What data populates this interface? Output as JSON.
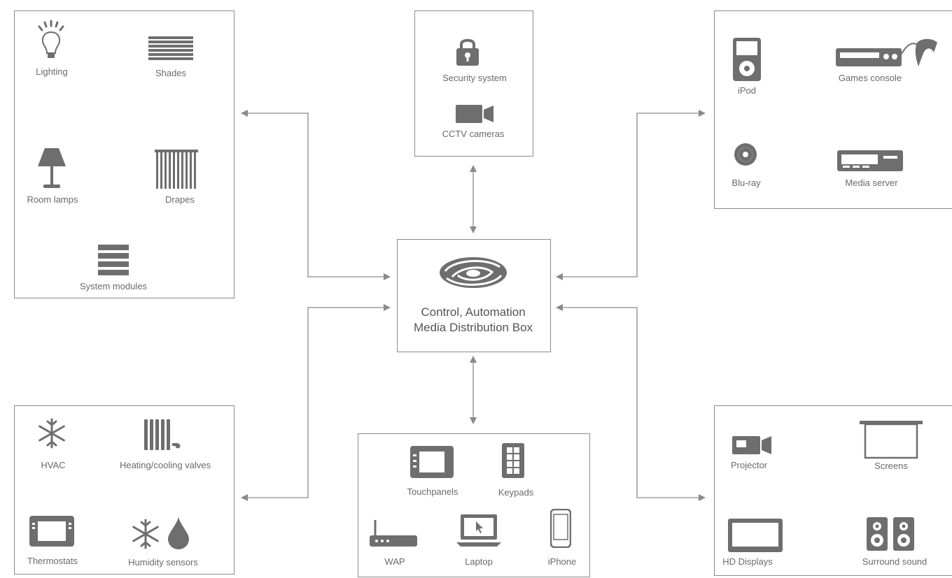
{
  "home_automation": {
    "center": {
      "line1": "Control, Automation",
      "line2": "Media Distribution Box"
    },
    "lighting_box": {
      "lighting": "Lighting",
      "shades": "Shades",
      "room_lamps": "Room lamps",
      "drapes": "Drapes",
      "system_modules": "System modules"
    },
    "security_box": {
      "security_system": "Security system",
      "cctv_cameras": "CCTV cameras"
    },
    "media_box": {
      "ipod": "iPod",
      "games_console": "Games console",
      "bluray": "Blu-ray",
      "media_server": "Media server"
    },
    "climate_box": {
      "hvac": "HVAC",
      "valves": "Heating/cooling valves",
      "thermostats": "Thermostats",
      "humidity_sensors": "Humidity sensors"
    },
    "devices_box": {
      "touchpanels": "Touchpanels",
      "keypads": "Keypads",
      "wap": "WAP",
      "laptop": "Laptop",
      "iphone": "iPhone"
    },
    "av_box": {
      "projector": "Projector",
      "screens": "Screens",
      "hd_displays": "HD Displays",
      "surround_sound": "Surround sound"
    }
  },
  "colors": {
    "ink": "#6e6e6e",
    "line": "#8a8a8a",
    "border": "#8a8a8a"
  }
}
